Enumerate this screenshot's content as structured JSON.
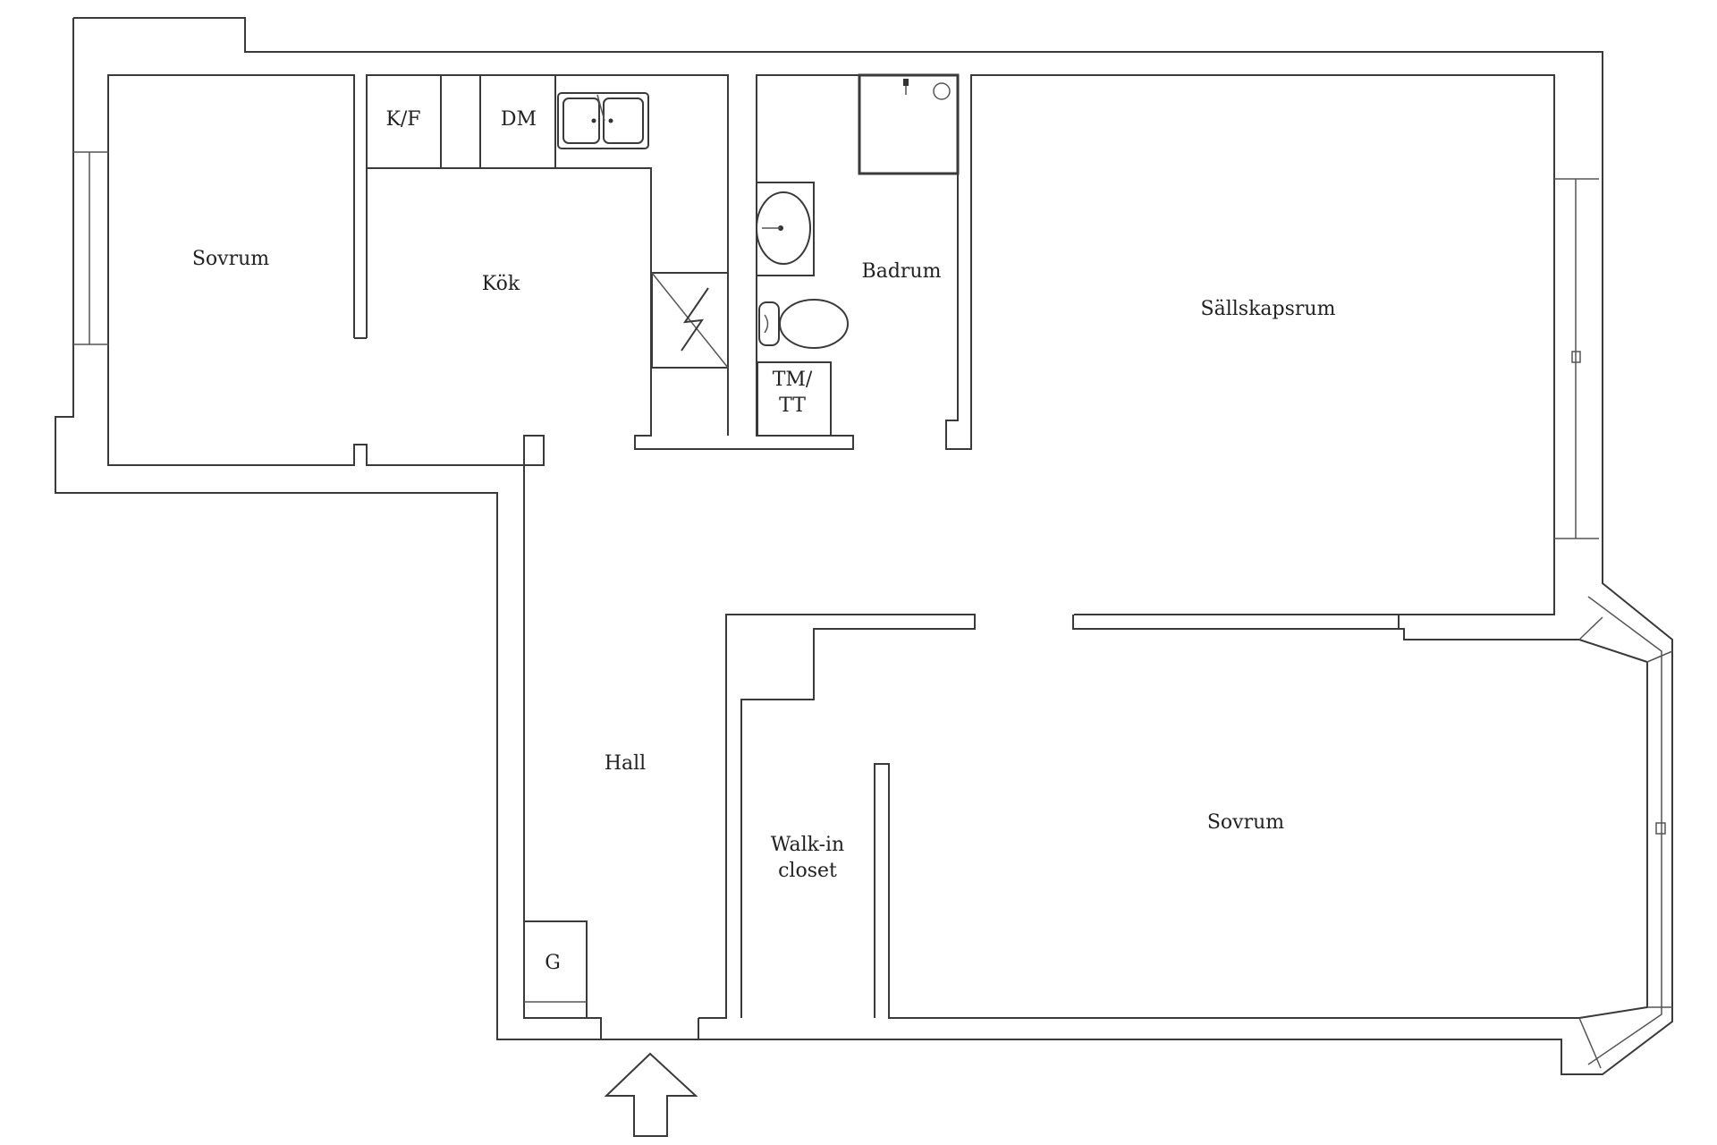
{
  "floor_plan": {
    "rooms": {
      "bedroom_west": "Sovrum",
      "kitchen": "Kök",
      "fridge_freezer": "K/F",
      "dishwasher": "DM",
      "bathroom": "Badrum",
      "washer_dryer_1": "TM/",
      "washer_dryer_2": "TT",
      "living_room": "Sällskapsrum",
      "hall": "Hall",
      "wardrobe": "G",
      "walkin_1": "Walk-in",
      "walkin_2": "closet",
      "bedroom_east": "Sovrum"
    },
    "entrance_arrow": "entrance-arrow-icon"
  }
}
